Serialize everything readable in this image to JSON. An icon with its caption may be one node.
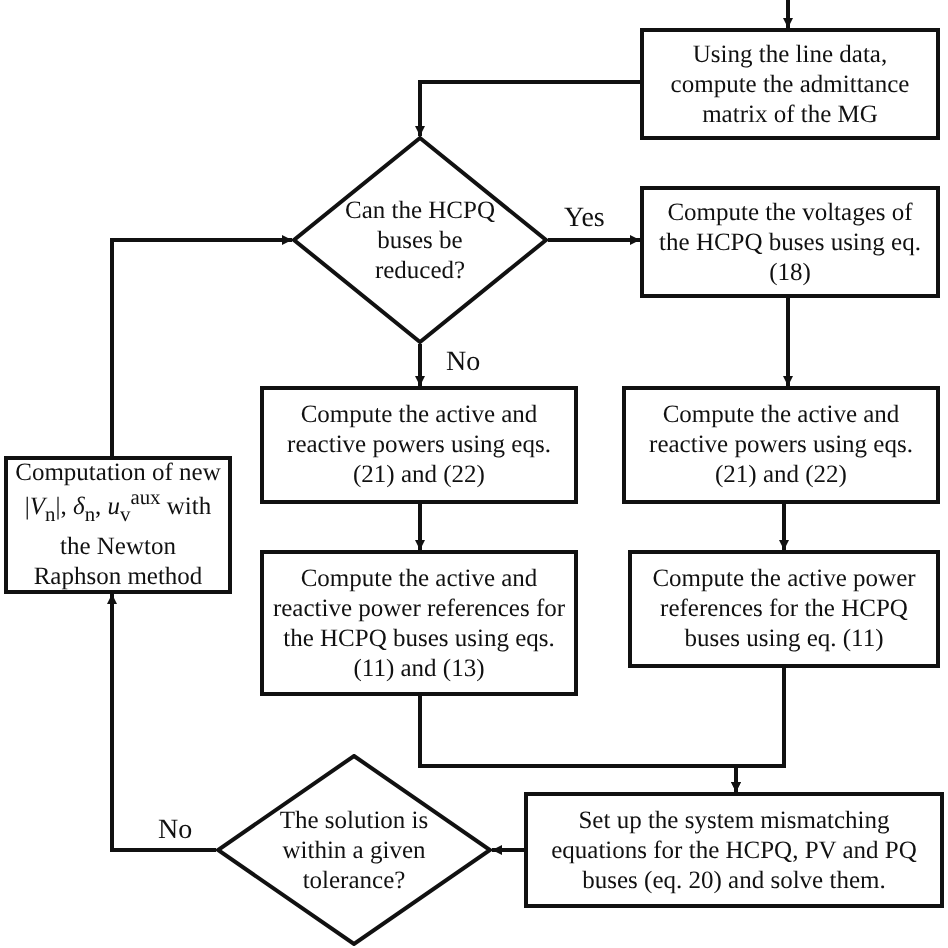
{
  "diagram": {
    "nodes": [
      {
        "text": [
          "Using the line data, compute the admittance matrix of the MG"
        ]
      },
      {
        "text": [
          "Can the HCPQ buses be reduced?"
        ]
      },
      {
        "text": [
          "Compute the voltages of the HCPQ buses using eq. (18)"
        ]
      },
      {
        "text": [
          "Compute the active and reactive powers using eqs. (21) and (22)"
        ]
      },
      {
        "text": [
          "Compute the active and reactive powers using eqs. (21) and (22)"
        ]
      },
      {
        "text": [
          "Compute the active and reactive power references for the HCPQ buses using eqs. (11) and (13)"
        ]
      },
      {
        "text": [
          "Compute the active power references for the HCPQ buses using eq. (11)"
        ]
      },
      {
        "text": [
          "Set up the system mismatching equations for the HCPQ, PV and PQ buses (eq. 20) and solve them."
        ]
      },
      {
        "text": [
          "The solution is within a given tolerance?"
        ]
      },
      {
        "text": [
          "Computation of new |*V*$_{n}$|, *δ*$_{n}$, *u*$_{v}$$^{aux}$ with the Newton Raphson method"
        ]
      }
    ],
    "edges": [
      {
        "from": null,
        "to": 0,
        "arrow": "to"
      },
      {
        "from": 0,
        "to": 1,
        "arrow": "to"
      },
      {
        "from": 1,
        "to": 2,
        "arrow": "to",
        "label": "Yes"
      },
      {
        "from": 1,
        "to": 3,
        "arrow": "to",
        "label": "No"
      },
      {
        "from": 2,
        "to": 4,
        "arrow": "to"
      },
      {
        "from": 3,
        "to": 5,
        "arrow": "to"
      },
      {
        "from": 4,
        "to": 6,
        "arrow": "to"
      },
      {
        "from": 5,
        "to": 7,
        "arrow": "to"
      },
      {
        "from": 6,
        "to": 7,
        "arrow": "to"
      },
      {
        "from": 7,
        "to": 8,
        "arrow": "to"
      },
      {
        "from": 8,
        "to": 9,
        "arrow": "to",
        "label": "No"
      },
      {
        "from": 9,
        "to": 1,
        "arrow": "to"
      }
    ]
  }
}
